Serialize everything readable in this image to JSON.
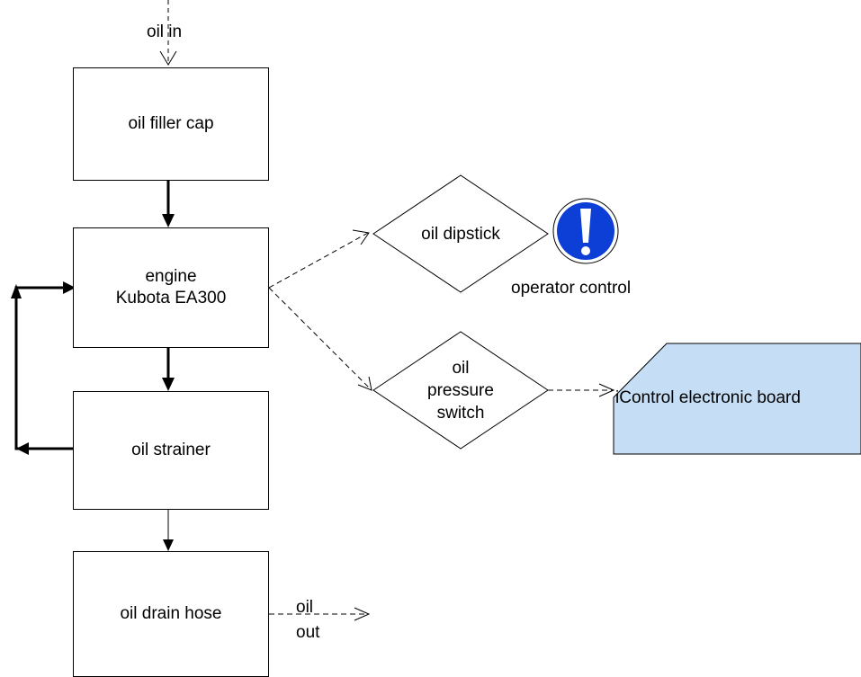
{
  "diagram": {
    "nodes": {
      "oil_filler_cap": "oil filler cap",
      "engine": "engine\nKubota EA300",
      "oil_strainer": "oil strainer",
      "oil_drain_hose": "oil drain hose",
      "oil_dipstick": "oil dipstick",
      "oil_pressure_switch": "oil\npressure\nswitch",
      "icontrol_board": "iControl electronic board"
    },
    "labels": {
      "oil_in": "oil in",
      "oil_out": "oil\nout",
      "operator_control": "operator control"
    },
    "icons": {
      "warning": "exclamation-mark-icon"
    },
    "colors": {
      "board_fill": "#c5def5",
      "warning_fill": "#0d3fd6",
      "line": "#000000"
    }
  }
}
